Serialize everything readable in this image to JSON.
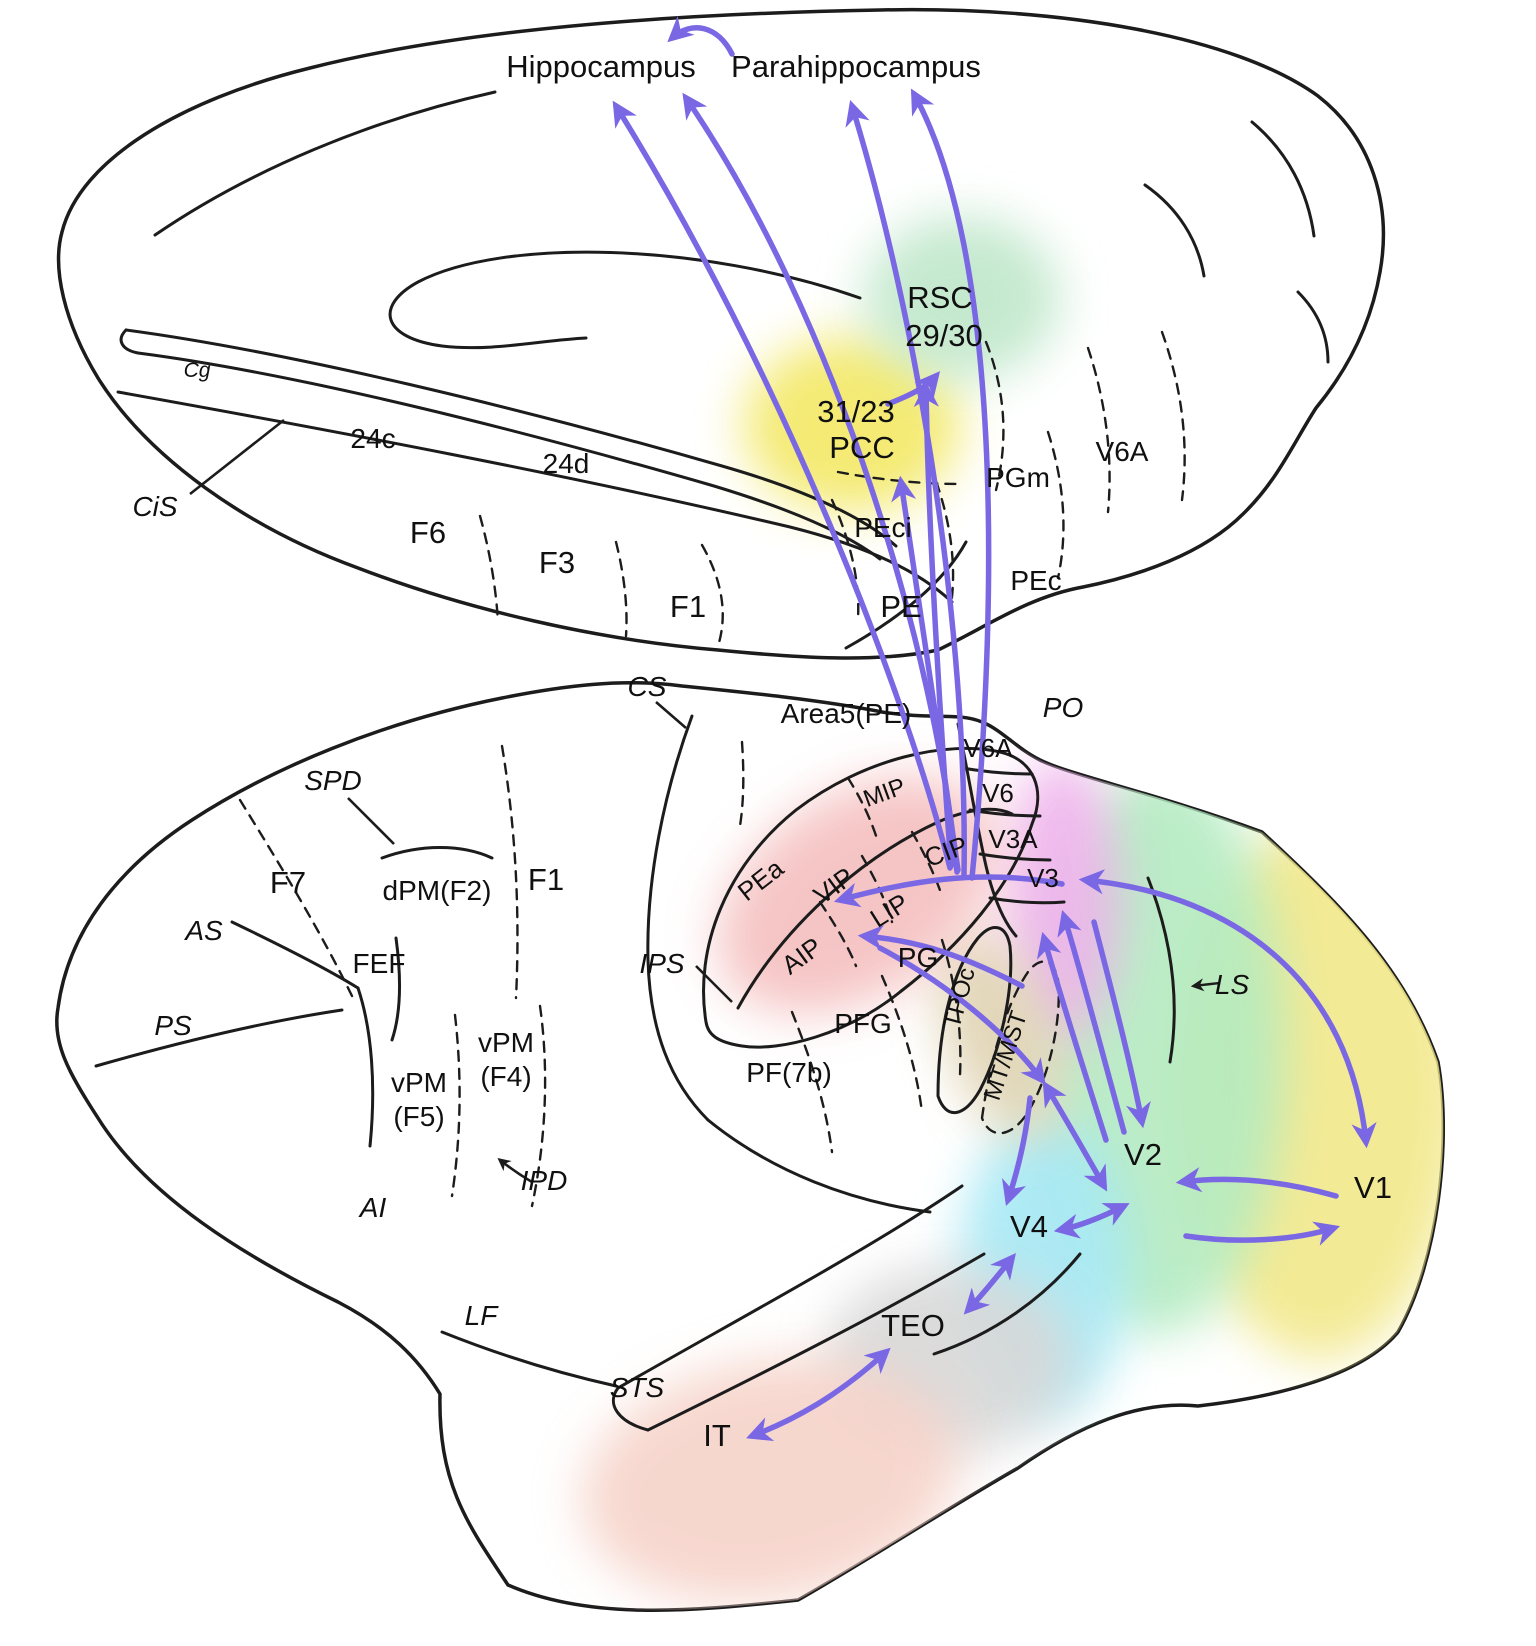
{
  "colors": {
    "arrow": "#7a67e4",
    "outline": "#1c1c1c",
    "pcc_yellow": "#f3e865",
    "rsc_green": "#bfe7ca",
    "parietal_pink": "#f5bfbf",
    "v3_magenta": "#efb2ec",
    "v2_green": "#b4ebc1",
    "v1_yellow": "#f2e88a",
    "v4_cyan": "#a6e8f4",
    "mt_tan": "#e0d3b2",
    "teo_gray": "#d8d8d8",
    "it_salmon": "#f6d3c9"
  },
  "medial": {
    "hippocampus": "Hippocampus",
    "parahippocampus": "Parahippocampus",
    "rsc": "RSC",
    "rsc_sub": "29/30",
    "pcc_num": "31/23",
    "pcc": "PCC",
    "cg": "Cg",
    "cis": "CiS",
    "a24c": "24c",
    "a24d": "24d",
    "f6": "F6",
    "f3": "F3",
    "f1": "F1",
    "pe": "PE",
    "peci": "PEci",
    "pec": "PEc",
    "pgm": "PGm",
    "v6a": "V6A"
  },
  "lateral": {
    "cs": "CS",
    "area5": "Area5(PE)",
    "po": "PO",
    "spd": "SPD",
    "f7": "F7",
    "dpm_f2": "dPM(F2)",
    "f1": "F1",
    "as": "AS",
    "fef": "FEF",
    "ps": "PS",
    "vpm_f4_1": "vPM",
    "vpm_f4_2": "(F4)",
    "vpm_f5_1": "vPM",
    "vpm_f5_2": "(F5)",
    "ai": "AI",
    "ipd": "IPD",
    "lf": "LF",
    "sts": "STS",
    "it": "IT",
    "teo": "TEO",
    "ips": "IPS",
    "pf_7b": "PF(7b)",
    "pfg": "PFG",
    "pg": "PG",
    "pea": "PEa",
    "mip": "MIP",
    "vip": "VIP",
    "lip": "LIP",
    "aip": "AIP",
    "cip": "CIP",
    "v6a": "V6A",
    "v6": "V6",
    "v3a": "V3A",
    "v3": "V3",
    "tpoc": "TPOc",
    "mt_mst": "MT/MST",
    "ls": "LS",
    "v2": "V2",
    "v1": "V1",
    "v4": "V4"
  },
  "connections": [
    {
      "from": "posterior parietal bundle",
      "to": "Hippocampus",
      "count": 2
    },
    {
      "from": "posterior parietal bundle",
      "to": "Parahippocampus",
      "count": 2
    },
    {
      "from": "posterior parietal bundle",
      "to": "RSC 29/30",
      "count": 1
    },
    {
      "from": "posterior parietal bundle",
      "to": "31/23 PCC",
      "count": 1
    },
    {
      "from": "31/23 PCC",
      "to": "RSC 29/30",
      "count": 1
    },
    {
      "from": "V3",
      "to": "V1",
      "bidirectional": true
    },
    {
      "from": "V1",
      "to": "V2",
      "bidirectional": true
    },
    {
      "from": "V2",
      "to": "V3",
      "bidirectional": true
    },
    {
      "from": "V2",
      "to": "V3A",
      "bidirectional": false
    },
    {
      "from": "V3",
      "to": "VIP/LIP",
      "bidirectional": false
    },
    {
      "from": "TPOc",
      "to": "AIP",
      "bidirectional": false
    },
    {
      "from": "MT/MST",
      "to": "V2",
      "bidirectional": true
    },
    {
      "from": "MT/MST",
      "to": "V4",
      "bidirectional": false
    },
    {
      "from": "LIP",
      "to": "MT/MST",
      "bidirectional": false
    },
    {
      "from": "V2",
      "to": "V4",
      "bidirectional": true
    },
    {
      "from": "V4",
      "to": "TEO",
      "bidirectional": true
    },
    {
      "from": "TEO",
      "to": "IT",
      "bidirectional": true
    }
  ]
}
